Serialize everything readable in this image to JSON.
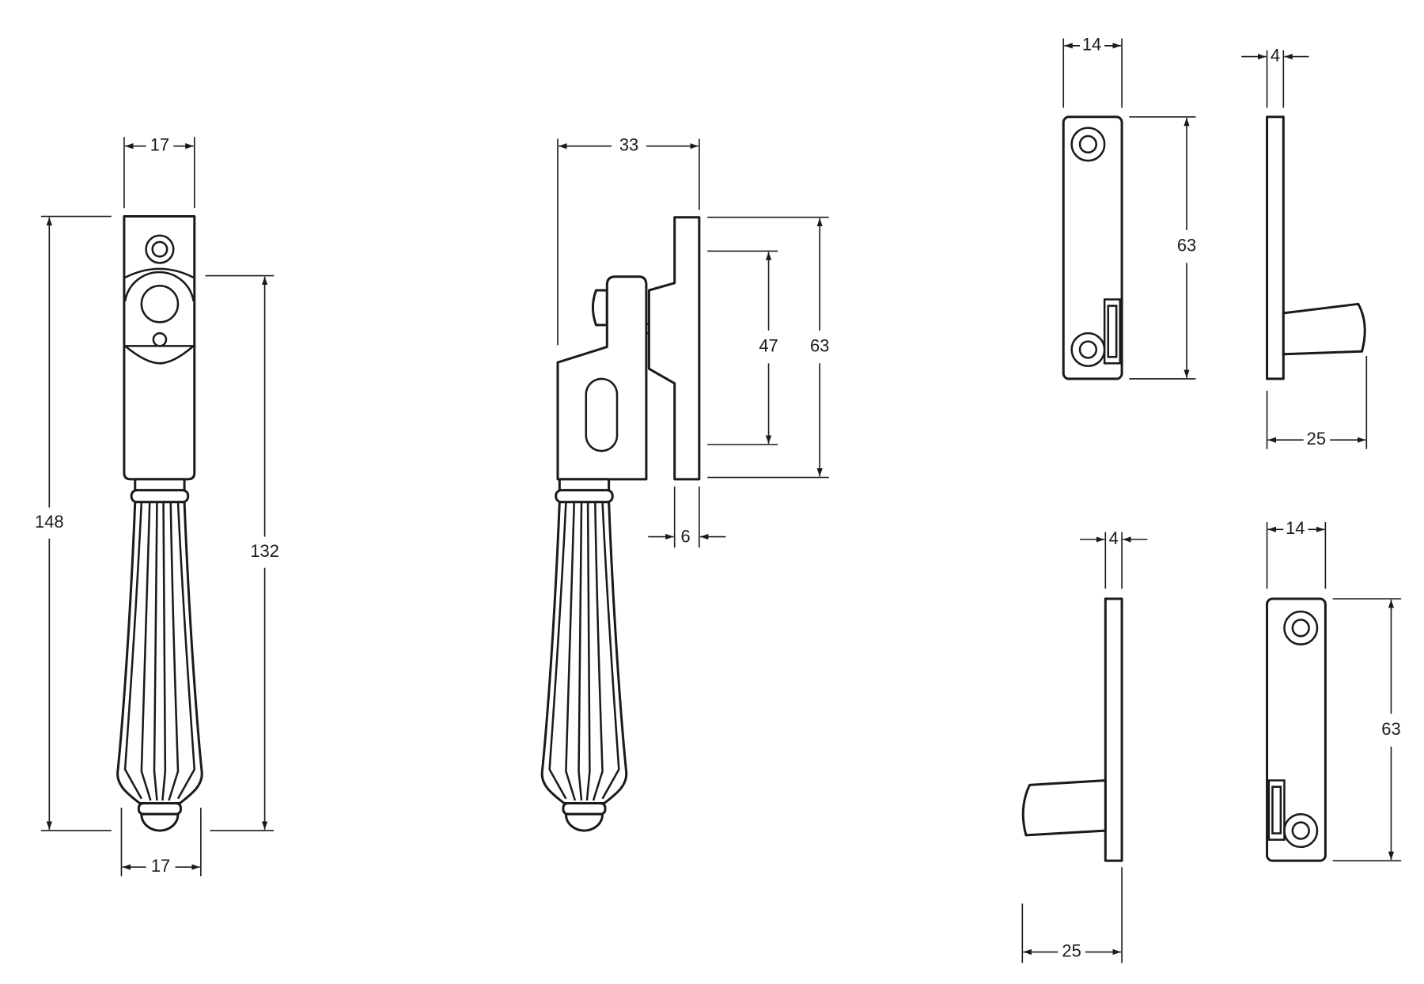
{
  "drawing": {
    "line_color": "#1a1a1a",
    "handle_front": {
      "width_top": "17",
      "overall_height": "148",
      "handle_length": "132",
      "width_bottom": "17"
    },
    "handle_side": {
      "depth": "33",
      "fixing_centres": "47",
      "plate_height": "63",
      "plate_thickness": "6"
    },
    "keep_top_front": {
      "width": "14",
      "height": "63"
    },
    "keep_top_side": {
      "thickness": "4",
      "projection": "25"
    },
    "keep_bottom_side": {
      "thickness": "4",
      "projection": "25"
    },
    "keep_bottom_front": {
      "width": "14",
      "height": "63"
    }
  }
}
